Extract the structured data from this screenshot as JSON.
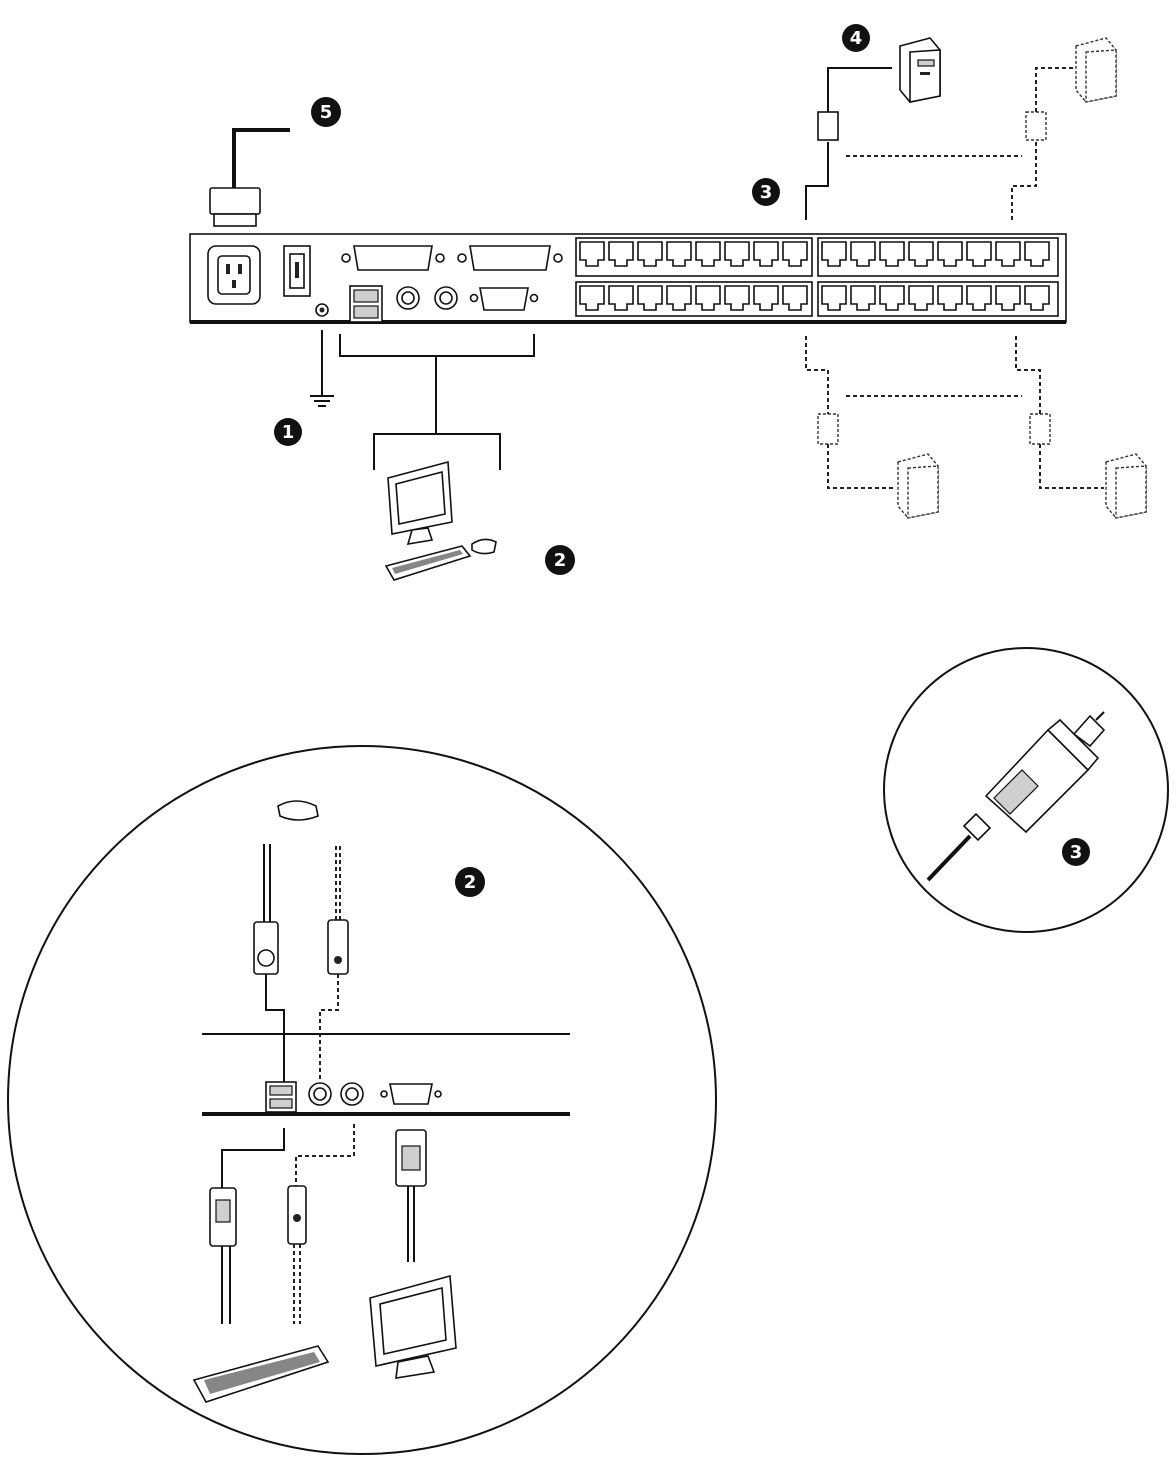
{
  "callouts": [
    {
      "label": "1"
    },
    {
      "label": "2"
    },
    {
      "label": "3"
    },
    {
      "label": "4"
    },
    {
      "label": "5"
    },
    {
      "label": "2"
    },
    {
      "label": "3"
    }
  ],
  "icons": {
    "kvm_switch": "kvm-switch-rear-panel-icon",
    "ground": "ground-symbol-icon",
    "server": "server-tower-icon",
    "monitor": "monitor-icon",
    "keyboard": "keyboard-icon",
    "mouse": "mouse-icon",
    "adapter": "kvm-adapter-cable-icon",
    "power_cord": "power-cord-icon"
  }
}
